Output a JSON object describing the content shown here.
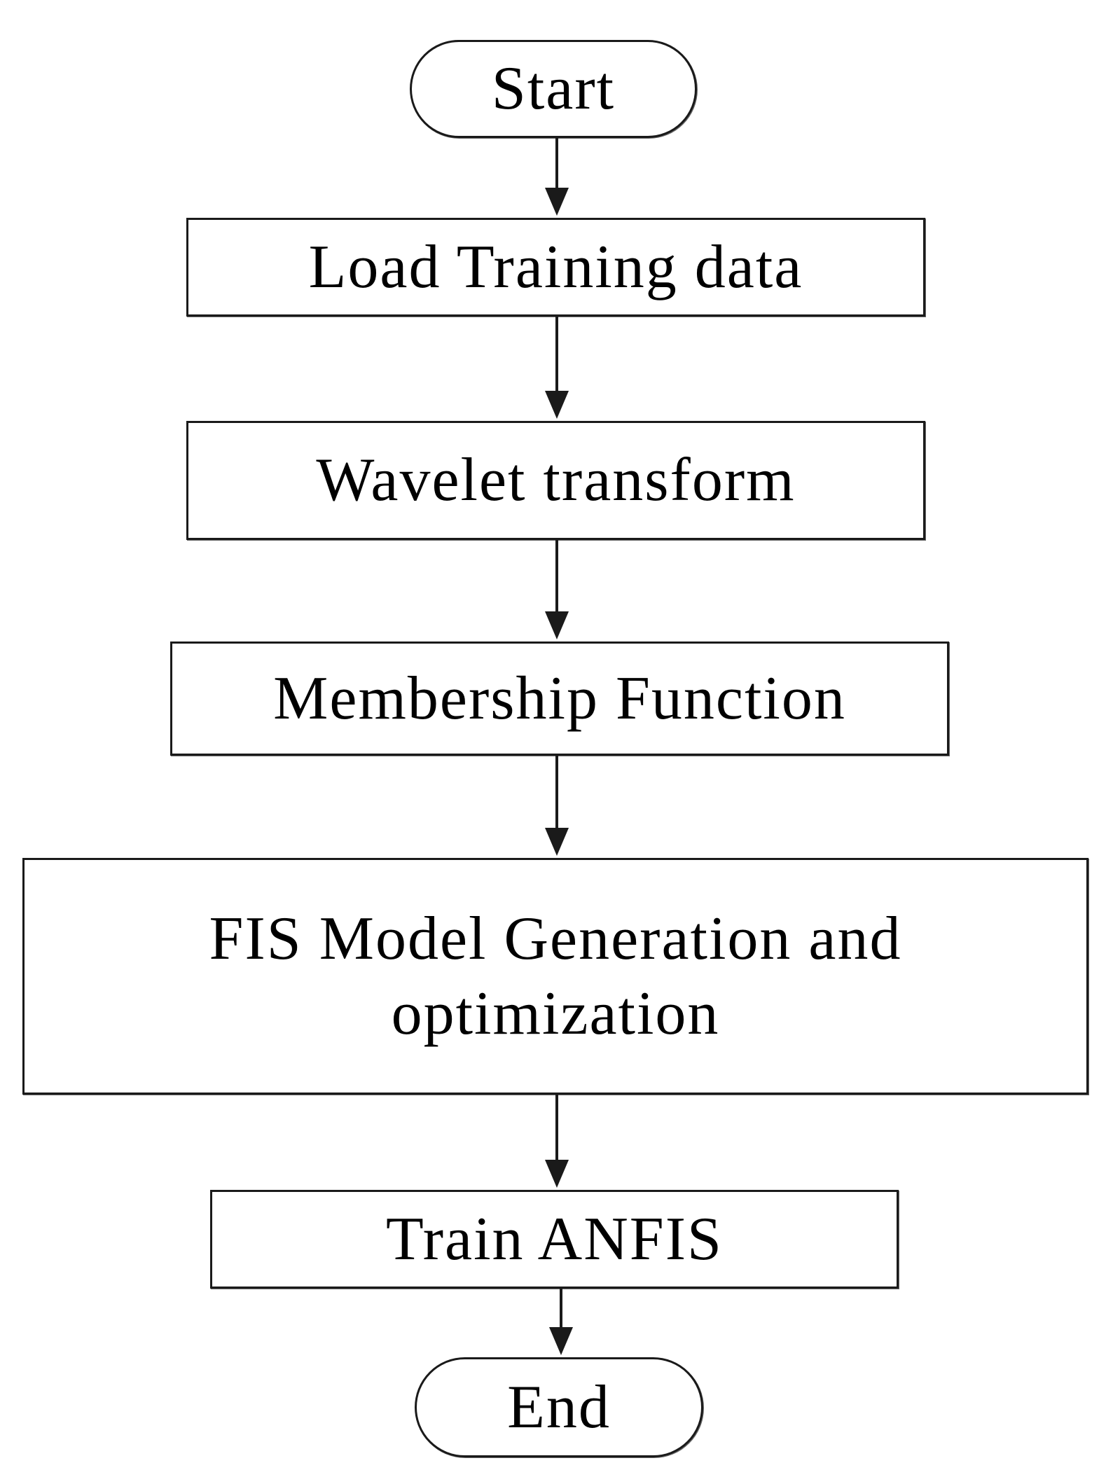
{
  "flowchart": {
    "steps": [
      {
        "id": "start",
        "label": "Start",
        "shape": "terminal"
      },
      {
        "id": "load",
        "label": "Load Training data",
        "shape": "process"
      },
      {
        "id": "wavelet",
        "label": "Wavelet transform",
        "shape": "process"
      },
      {
        "id": "membership",
        "label": "Membership Function",
        "shape": "process"
      },
      {
        "id": "fis",
        "label": "FIS Model Generation and\noptimization",
        "shape": "process"
      },
      {
        "id": "train",
        "label": "Train ANFIS",
        "shape": "process"
      },
      {
        "id": "end",
        "label": "End",
        "shape": "terminal"
      }
    ],
    "connections": [
      {
        "from": "start",
        "to": "load"
      },
      {
        "from": "load",
        "to": "wavelet"
      },
      {
        "from": "wavelet",
        "to": "membership"
      },
      {
        "from": "membership",
        "to": "fis"
      },
      {
        "from": "fis",
        "to": "train"
      },
      {
        "from": "train",
        "to": "end"
      }
    ],
    "colors": {
      "stroke": "#1a1a1a",
      "fill": "#ffffff",
      "text": "#000000"
    }
  }
}
